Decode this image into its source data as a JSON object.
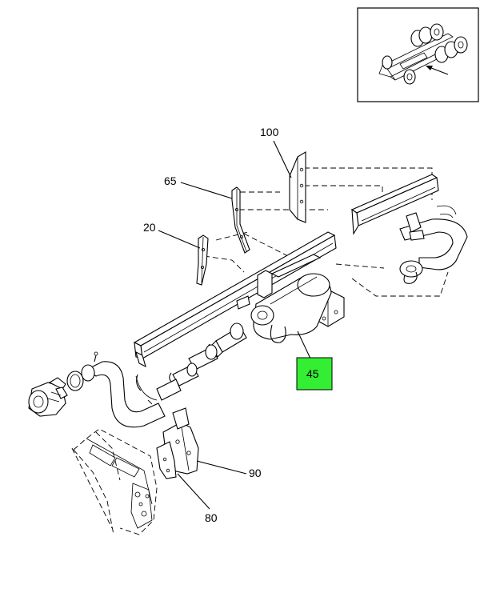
{
  "callouts": [
    {
      "id": "100",
      "label": "100",
      "highlighted": false
    },
    {
      "id": "65",
      "label": "65",
      "highlighted": false
    },
    {
      "id": "20",
      "label": "20",
      "highlighted": false
    },
    {
      "id": "45",
      "label": "45",
      "highlighted": true
    },
    {
      "id": "90",
      "label": "90",
      "highlighted": false
    },
    {
      "id": "80",
      "label": "80",
      "highlighted": false
    }
  ],
  "colors": {
    "highlight": "#33ee33",
    "line": "#000000",
    "background": "#ffffff"
  },
  "inset": {
    "content": "truck chassis locator view with arrow"
  }
}
